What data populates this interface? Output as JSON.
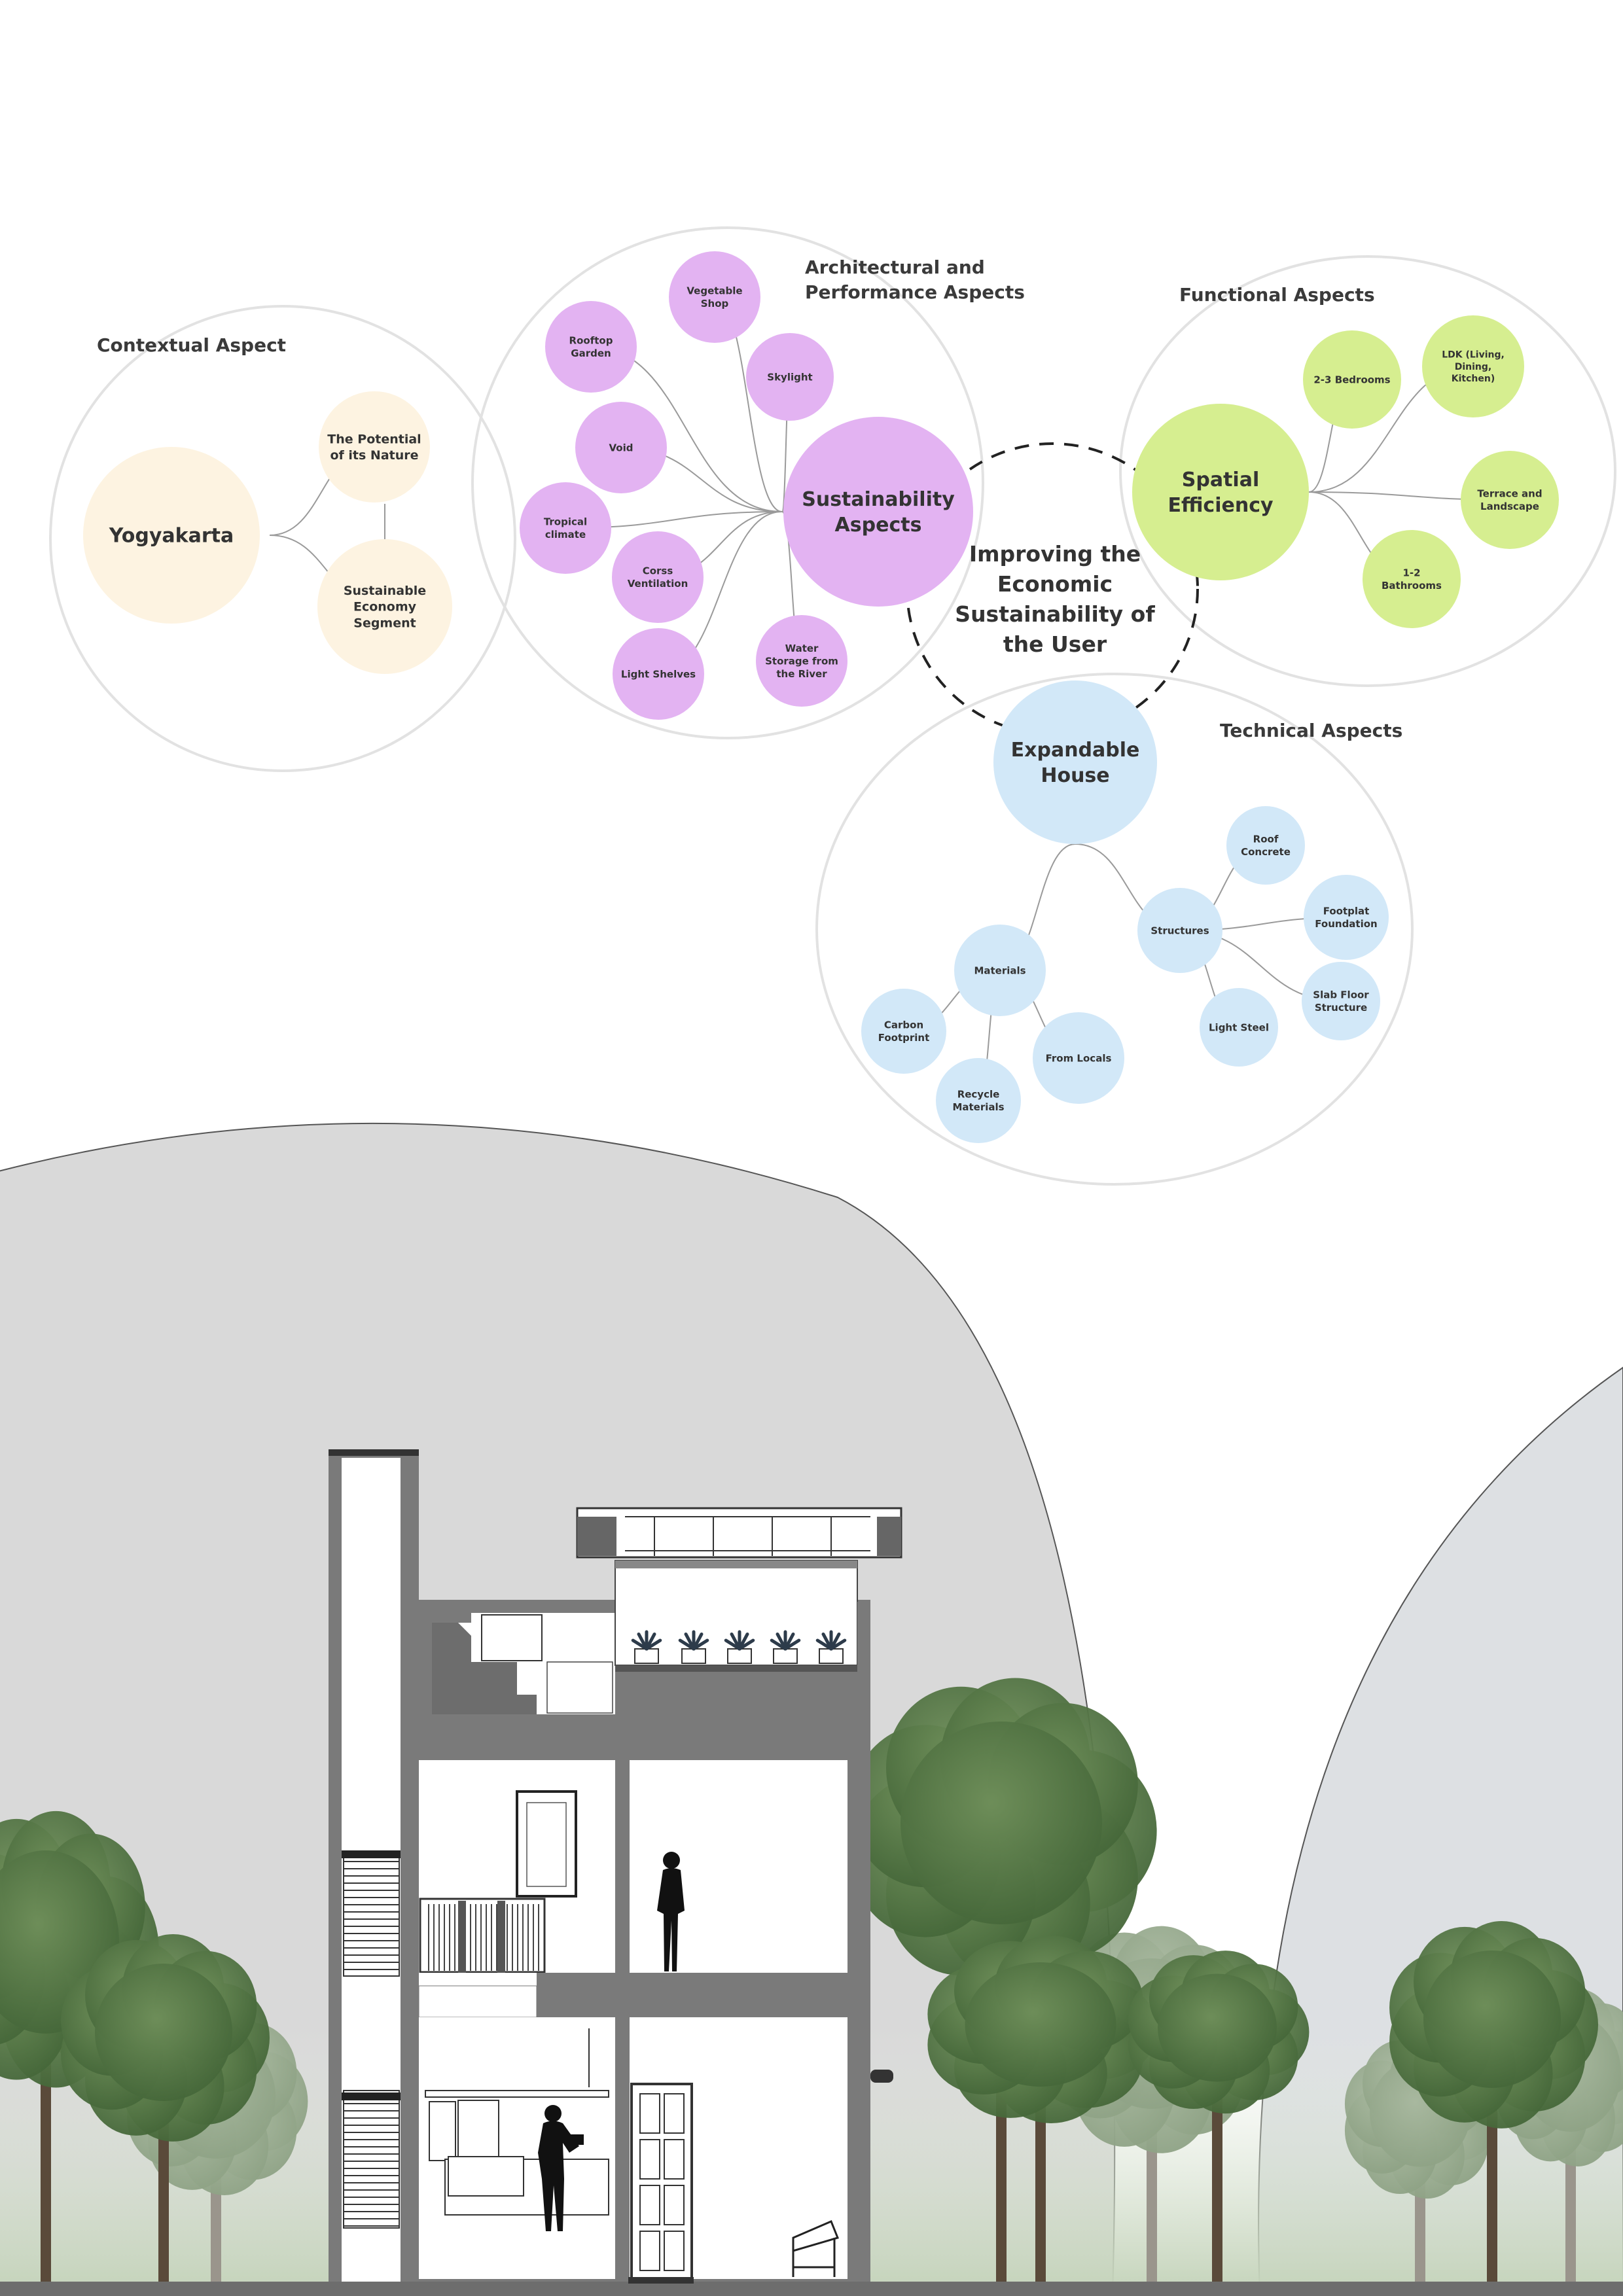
{
  "center": {
    "lines": [
      "Improving the",
      "Economic",
      "Sustainability of",
      "the User"
    ]
  },
  "contextual": {
    "heading": "Contextual Aspect",
    "core": "Yogyakarta",
    "nodes": [
      [
        "The Potential",
        "of its Nature"
      ],
      [
        "Sustainable",
        "Economy",
        "Segment"
      ]
    ],
    "color": "#FDF3E1"
  },
  "architectural": {
    "heading_lines": [
      "Architectural and",
      "Performance Aspects"
    ],
    "core": [
      "Sustainability",
      "Aspects"
    ],
    "nodes": [
      [
        "Vegetable",
        "Shop"
      ],
      [
        "Rooftop",
        "Garden"
      ],
      [
        "Skylight"
      ],
      [
        "Void"
      ],
      [
        "Tropical",
        "climate"
      ],
      [
        "Corss",
        "Ventilation"
      ],
      [
        "Light Shelves"
      ],
      [
        "Water",
        "Storage from",
        "the River"
      ]
    ],
    "color": "#E3B3F2"
  },
  "functional": {
    "heading": "Functional Aspects",
    "core": [
      "Spatial",
      "Efficiency"
    ],
    "nodes": [
      [
        "2-3 Bedrooms"
      ],
      [
        "LDK (Living,",
        "Dining,",
        "Kitchen)"
      ],
      [
        "Terrace and",
        "Landscape"
      ],
      [
        "1-2",
        "Bathrooms"
      ]
    ],
    "color": "#D6EE90"
  },
  "technical": {
    "heading": "Technical Aspects",
    "core": [
      "Expandable",
      "House"
    ],
    "branches": [
      [
        "Structures"
      ],
      [
        "Materials"
      ]
    ],
    "nodes": [
      [
        "Roof",
        "Concrete"
      ],
      [
        "Footplat",
        "Foundation"
      ],
      [
        "Slab Floor",
        "Structure"
      ],
      [
        "Light Steel"
      ],
      [
        "Carbon",
        "Footprint"
      ],
      [
        "Recycle",
        "Materials"
      ],
      [
        "From Locals"
      ]
    ],
    "color": "#D2E8F8"
  },
  "icons": [
    "person-standing-icon",
    "person-working-icon",
    "potted-plant-icon",
    "tree-icon"
  ]
}
